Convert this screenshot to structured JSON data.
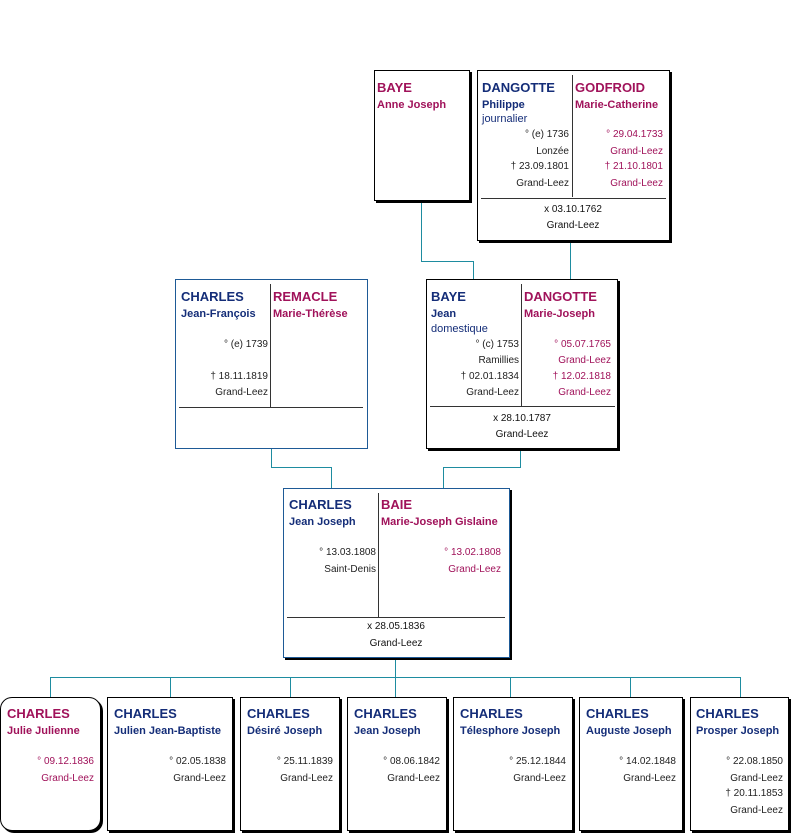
{
  "gen1_baye": {
    "surname": "BAYE",
    "given": "Anne Joseph"
  },
  "gen1_couple": {
    "husband": {
      "surname": "DANGOTTE",
      "given": "Philippe",
      "occupation": "journalier",
      "birth": "° (e) 1736",
      "birth_place": "Lonzée",
      "death": "† 23.09.1801",
      "death_place": "Grand-Leez"
    },
    "wife": {
      "surname": "GODFROID",
      "given": "Marie-Catherine",
      "birth": "° 29.04.1733",
      "birth_place": "Grand-Leez",
      "death": "† 21.10.1801",
      "death_place": "Grand-Leez"
    },
    "marriage": "x 03.10.1762",
    "marriage_place": "Grand-Leez"
  },
  "gen2_charles": {
    "husband": {
      "surname": "CHARLES",
      "given": "Jean-François",
      "birth": "° (e) 1739",
      "death": "† 18.11.1819",
      "death_place": "Grand-Leez"
    },
    "wife": {
      "surname": "REMACLE",
      "given": "Marie-Thérèse"
    }
  },
  "gen2_baye": {
    "husband": {
      "surname": "BAYE",
      "given": "Jean",
      "occupation": "domestique",
      "birth": "° (c) 1753",
      "birth_place": "Ramillies",
      "death": "† 02.01.1834",
      "death_place": "Grand-Leez"
    },
    "wife": {
      "surname": "DANGOTTE",
      "given": "Marie-Joseph",
      "birth": "° 05.07.1765",
      "birth_place": "Grand-Leez",
      "death": "† 12.02.1818",
      "death_place": "Grand-Leez"
    },
    "marriage": "x 28.10.1787",
    "marriage_place": "Grand-Leez"
  },
  "gen3": {
    "husband": {
      "surname": "CHARLES",
      "given": "Jean Joseph",
      "birth": "° 13.03.1808",
      "birth_place": "Saint-Denis"
    },
    "wife": {
      "surname": "BAIE",
      "given": "Marie-Joseph Gislaine",
      "birth": "° 13.02.1808",
      "birth_place": "Grand-Leez"
    },
    "marriage": "x 28.05.1836",
    "marriage_place": "Grand-Leez"
  },
  "children": [
    {
      "surname": "CHARLES",
      "given": "Julie Julienne",
      "birth": "° 09.12.1836",
      "birth_place": "Grand-Leez"
    },
    {
      "surname": "CHARLES",
      "given": "Julien Jean-Baptiste",
      "birth": "° 02.05.1838",
      "birth_place": "Grand-Leez"
    },
    {
      "surname": "CHARLES",
      "given": "Désiré Joseph",
      "birth": "° 25.11.1839",
      "birth_place": "Grand-Leez"
    },
    {
      "surname": "CHARLES",
      "given": "Jean Joseph",
      "birth": "° 08.06.1842",
      "birth_place": "Grand-Leez"
    },
    {
      "surname": "CHARLES",
      "given": "Télesphore Joseph",
      "birth": "° 25.12.1844",
      "birth_place": "Grand-Leez"
    },
    {
      "surname": "CHARLES",
      "given": "Auguste Joseph",
      "birth": "° 14.02.1848",
      "birth_place": "Grand-Leez"
    },
    {
      "surname": "CHARLES",
      "given": "Prosper Joseph",
      "birth": "° 22.08.1850",
      "birth_place": "Grand-Leez",
      "death": "† 20.11.1853",
      "death_place": "Grand-Leez"
    }
  ],
  "colors": {
    "male": "#142d78",
    "female": "#a0125a",
    "connector": "#1e8ca0",
    "border": "#000000"
  }
}
